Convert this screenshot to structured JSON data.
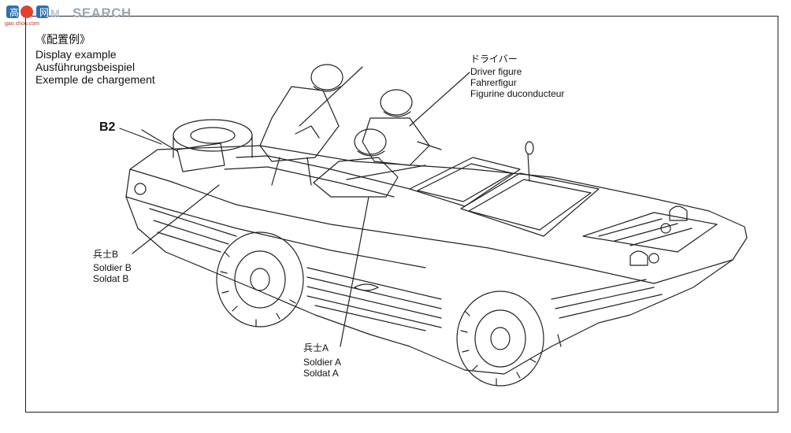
{
  "watermark": {
    "brand": "SEARCH",
    "url": "gao.shou.com"
  },
  "display_heading": {
    "jp": "《配置例》",
    "en": "Display example",
    "de": "Ausführungsbeispiel",
    "fr": "Exemple de chargement"
  },
  "callouts": {
    "b2": "B2",
    "driver": {
      "jp": "ドライバー",
      "en": "Driver figure",
      "de": "Fahrerfigur",
      "fr": "Figurine duconducteur"
    },
    "soldier_b": {
      "jp": "兵士B",
      "en": "Soldier B",
      "fr": "Soldat B"
    },
    "soldier_a": {
      "jp": "兵士A",
      "en": "Soldier A",
      "fr": "Soldat A"
    }
  }
}
